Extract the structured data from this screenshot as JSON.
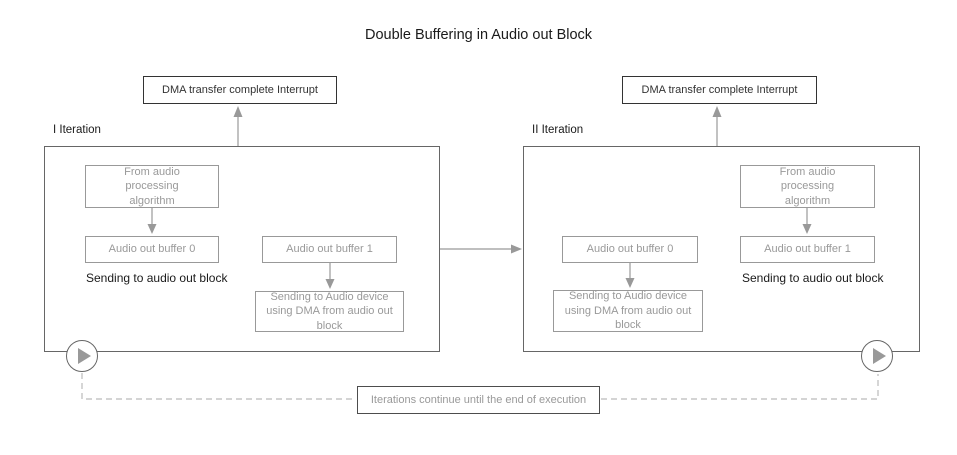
{
  "title": "Double Buffering in Audio out Block",
  "interrupt": {
    "label": "DMA transfer complete Interrupt"
  },
  "iterations": [
    {
      "label": "I Iteration",
      "from_audio": "From audio processing algorithm",
      "buffer0": "Audio out buffer 0",
      "buffer1": "Audio out buffer 1",
      "sending_block": "Sending to audio out block",
      "sending_dma": "Sending to Audio device using DMA from audio out block"
    },
    {
      "label": "II Iteration",
      "from_audio": "From audio processing algorithm",
      "buffer0": "Audio out buffer 0",
      "buffer1": "Audio out buffer 1",
      "sending_block": "Sending to audio out block",
      "sending_dma": "Sending to Audio device using DMA from audio out block"
    }
  ],
  "footer": {
    "label": "Iterations continue until the end of execution"
  },
  "icons": {
    "play_icon": "▶"
  },
  "colors": {
    "background": "#ffffff",
    "container_border": "#666666",
    "box_border": "#999999",
    "dark_border": "#333333",
    "footer_border": "#4d4d4d",
    "text_primary": "#1a1a1a",
    "text_secondary": "#999999",
    "arrow": "#999999",
    "dashed_line": "#bbbbbb"
  }
}
